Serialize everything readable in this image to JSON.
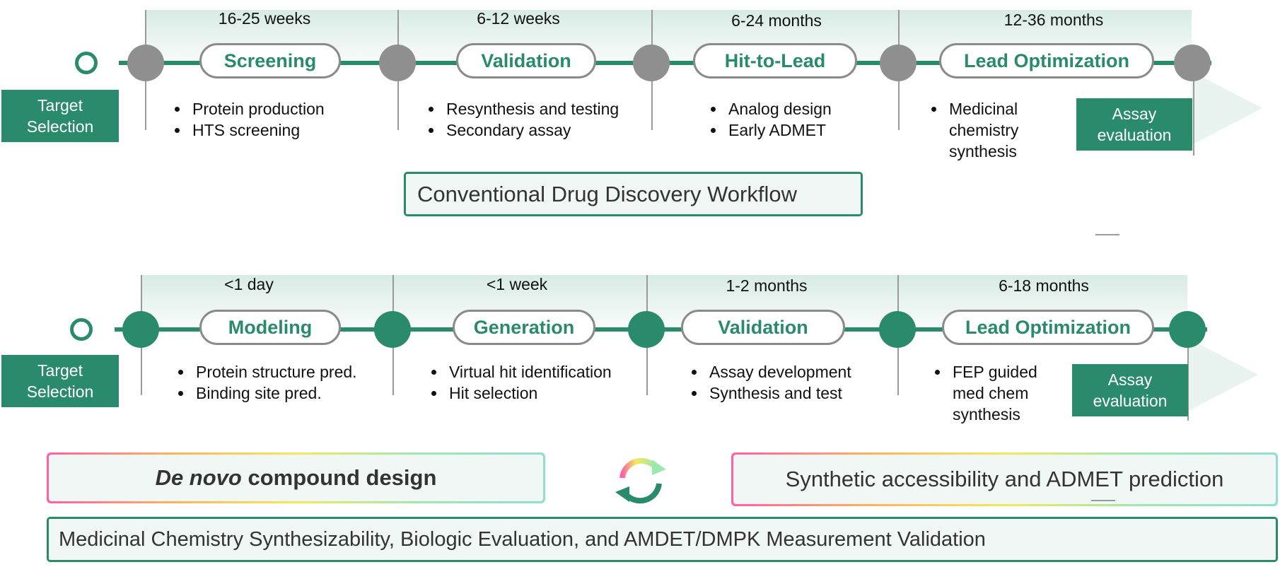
{
  "colors": {
    "accent": "#2a8a6c",
    "node_gray": "#8f8f8f",
    "pill_text": "#2a8a6c",
    "panel_bg": "#f1f7f5"
  },
  "conventional": {
    "target_selection": [
      "Target",
      "Selection"
    ],
    "durations": [
      "16-25 weeks",
      "6-12 weeks",
      "6-24 months",
      "12-36 months"
    ],
    "stages": [
      "Screening",
      "Validation",
      "Hit-to-Lead",
      "Lead Optimization"
    ],
    "bullets": [
      [
        "Protein production",
        "HTS screening"
      ],
      [
        "Resynthesis and testing",
        "Secondary assay"
      ],
      [
        "Analog design",
        "Early ADMET"
      ],
      [
        "Medicinal chemistry synthesis"
      ]
    ],
    "assay": [
      "Assay",
      "evaluation"
    ],
    "title": "Conventional Drug Discovery Workflow"
  },
  "ai": {
    "target_selection": [
      "Target",
      "Selection"
    ],
    "durations": [
      "<1 day",
      "<1 week",
      "1-2 months",
      "6-18 months"
    ],
    "stages": [
      "Modeling",
      "Generation",
      "Validation",
      "Lead Optimization"
    ],
    "bullets": [
      [
        "Protein structure pred.",
        "Binding site pred."
      ],
      [
        "Virtual hit identification",
        "Hit selection"
      ],
      [
        "Assay development",
        "Synthesis and test"
      ],
      [
        "FEP guided med chem synthesis"
      ]
    ],
    "assay": [
      "Assay",
      "evaluation"
    ]
  },
  "bottom": {
    "denovo_italic": "De novo",
    "denovo_rest": " compound design",
    "cycle_icon": "refresh-cycle-icon",
    "synthetic": "Synthetic accessibility and ADMET prediction",
    "validation": "Medicinal Chemistry Synthesizability, Biologic Evaluation, and AMDET/DMPK Measurement Validation"
  }
}
